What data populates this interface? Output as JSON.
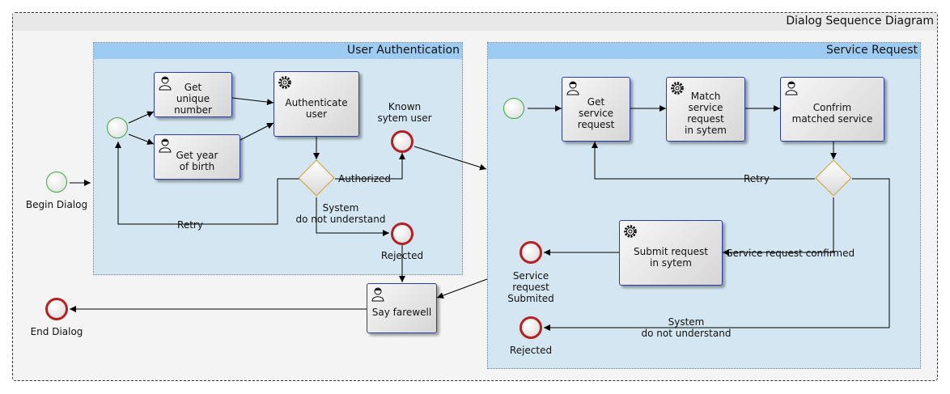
{
  "diagram": {
    "title": "Dialog Sequence Diagram",
    "lanes": {
      "auth": "User Authentication",
      "service": "Service Request"
    },
    "events": {
      "begin": "Begin Dialog",
      "end": "End Dialog",
      "known_user": "Known\nsytem user",
      "auth_rejected": "Rejected",
      "service_submitted": "Service\nrequest\nSubmited",
      "service_rejected": "Rejected"
    },
    "tasks": {
      "get_unique_number": "Get\nunique\nnumber",
      "get_year_of_birth": "Get year\nof birth",
      "authenticate_user": "Authenticate\nuser",
      "say_farewell": "Say farewell",
      "get_service_request": "Get\nservice\nrequest",
      "match_service_request": "Match\nservice request\nin sytem",
      "confirm_matched_service": "Confrim\nmatched service",
      "submit_request": "Submit request\nin sytem"
    },
    "flow_labels": {
      "authorized": "Authorized",
      "auth_retry": "Retry",
      "auth_not_understand": "System\ndo not understand",
      "service_retry": "Retry",
      "service_confirmed": "Service request confirmed",
      "service_not_understand": "System\ndo not understand"
    },
    "colors": {
      "lane_fill": "#d4e6f1",
      "lane_header": "#9ecbf2",
      "start_stroke": "#3aa83a",
      "end_stroke": "#b22222",
      "gateway_stroke": "#d99a26",
      "task_stroke": "#2a3c9c"
    }
  }
}
